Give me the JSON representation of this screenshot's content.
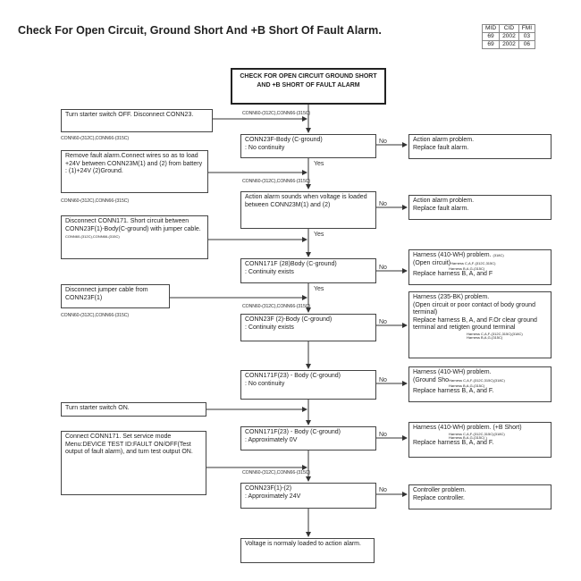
{
  "title": "Check For Open Circuit, Ground Short And +B Short Of Fault Alarm.",
  "codes": {
    "headers": [
      "MID",
      "CID",
      "FMI"
    ],
    "rows": [
      [
        "69",
        "2002",
        "03"
      ],
      [
        "69",
        "2002",
        "06"
      ]
    ]
  },
  "header_box": "CHECK FOR OPEN CIRCUIT GROUND SHORT AND +B SHORT OF FAULT ALARM",
  "conn_label": "CONN60-(312C),CONN66-(315C)",
  "no_label": "No",
  "yes_label": "Yes",
  "instructions": {
    "i1": "Turn starter switch OFF. Disconnect CONN23.",
    "i2": "Remove fault alarm.Connect wires so as to load +24V between CONN23M(1) and (2) from battery : (1)+24V (2)Ground.",
    "i3": "Disconnect CONN171. Short circuit between CONN23F(1)-Body(C-ground) with jumper cable.",
    "i4": "Disconnect jumper cable from CONN23F(1)",
    "i5": "Turn starter switch ON.",
    "i6": "Connect CONN171. Set service mode Menu:DEVICE TEST ID:FAULT ON/OFF(Test output of fault alarm), and turn test output ON."
  },
  "checks": {
    "c1": [
      "CONN23F-Body (C-ground)",
      ": No continuity"
    ],
    "c2": [
      "Action alarm sounds when voltage is loaded between CONN23M(1) and (2)"
    ],
    "c3": [
      "CONN171F (28)Body (C-ground)",
      ": Continuity exists"
    ],
    "c4": [
      "CONN23F (2)-Body (C-ground)",
      ": Continuity exists"
    ],
    "c5": [
      "CONN171F(23) - Body (C-ground)",
      ": No continuity"
    ],
    "c6": [
      "CONN171F(23) - Body (C-ground)",
      ": Approximately 0V"
    ],
    "c7": [
      "CONN23F(1)-(2)",
      ": Approximately 24V"
    ],
    "final": [
      "Voltage is normaly loaded to action alarm."
    ]
  },
  "results": {
    "r1": [
      "Action alarm problem.",
      "Replace fault alarm."
    ],
    "r2": [
      "Action alarm problem.",
      "Replace fault alarm."
    ],
    "r3": [
      "Harness (410-WH) problem.",
      "(Open circuit)",
      "Replace harness B, A, and F"
    ],
    "r4": [
      "Harness (235-BK) problem.",
      "(Open circuit or poor contact of body ground terminal)",
      "Replace harness B, A, and F.Or clear ground terminal and retigten ground terminal"
    ],
    "r5": [
      "Harness (410-WH) problem.",
      "(Ground Sho",
      "Replace harness B, A, and F."
    ],
    "r6": [
      "Harness (410-WH) problem. (+B Short)",
      "Replace harness B, A, and F."
    ],
    "r7": [
      "Controller problem.",
      "Replace controller."
    ]
  },
  "harness_notes": {
    "caf": "Harness C,A,F-(312C,315C)",
    "bag": "Harness B,A,G-(315C)",
    "caf_318": "Harness C,A,F-(312C,315C)(318C)",
    "c318": "(318C)",
    "paren": ")"
  }
}
